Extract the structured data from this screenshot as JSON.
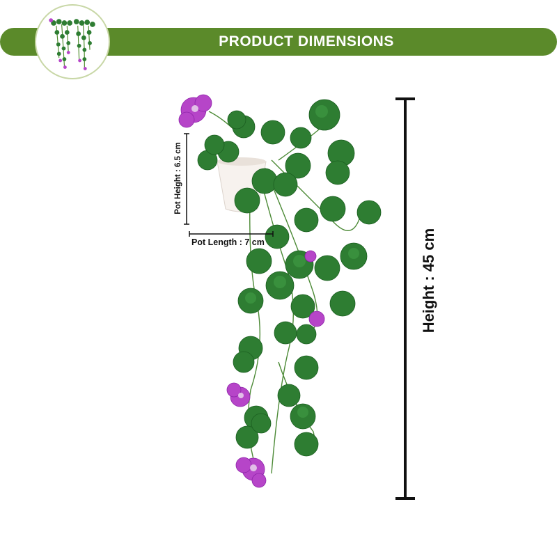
{
  "banner": {
    "title": "PRODUCT DIMENSIONS"
  },
  "dimensions": {
    "pot_height": "Pot Height : 6.5 cm",
    "pot_length": "Pot Length : 7 cm",
    "height": "Height : 45 cm"
  },
  "colors": {
    "banner": "#5b8a2a",
    "leaf": "#2e7d32",
    "leaf_light": "#43a047",
    "flower": "#b645c8",
    "pot": "#f7f2ee",
    "line": "#111111"
  },
  "icons": {
    "logo": "hanging-plant-logo"
  }
}
